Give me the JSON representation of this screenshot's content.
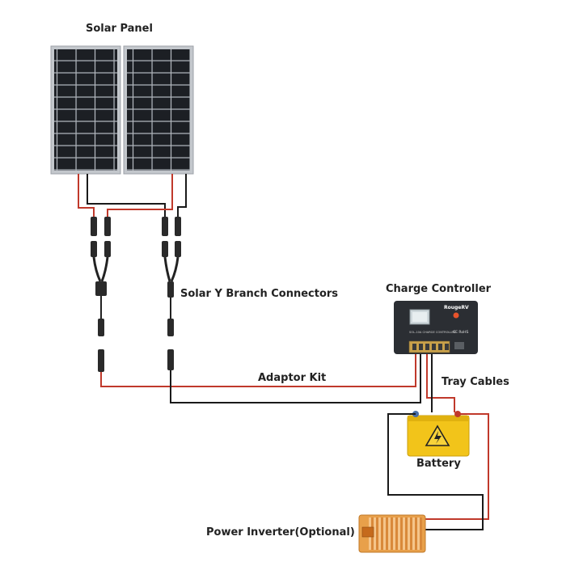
{
  "labels": {
    "solar_panel": "Solar Panel",
    "y_branch": "Solar Y Branch Connectors",
    "charge_controller": "Charge Controller",
    "adaptor_kit": "Adaptor Kit",
    "tray_cables": "Tray Cables",
    "battery": "Battery",
    "power_inverter": "Power Inverter(Optional)"
  },
  "controller_text": {
    "brand": "RougeRV",
    "model_line": "SOL-10A CHARGE CONTROLLER",
    "cert": "CE RoHS"
  },
  "colors": {
    "positive_wire": "#c0392b",
    "negative_wire": "#1a1a1a",
    "panel_cell": "#1c1f24",
    "panel_frame": "#b8bcc2",
    "controller_body": "#2b2e33",
    "battery_body": "#f2c41a",
    "inverter_body": "#e8a04a"
  }
}
